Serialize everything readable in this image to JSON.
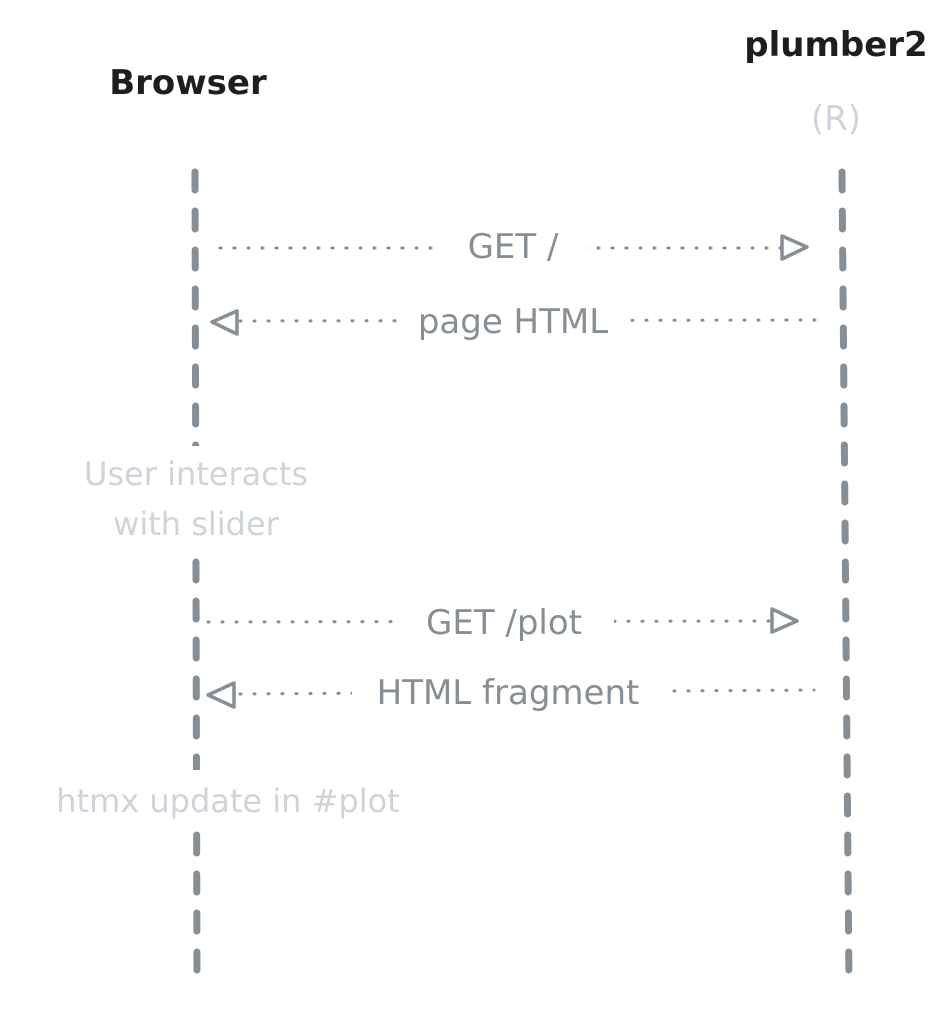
{
  "actors": [
    {
      "name": "Browser",
      "subtitle": ""
    },
    {
      "name": "plumber2",
      "subtitle": "(R)"
    }
  ],
  "messages": [
    {
      "label": "GET /",
      "from": "Browser",
      "to": "plumber2"
    },
    {
      "label": "page HTML",
      "from": "plumber2",
      "to": "Browser"
    },
    {
      "label": "GET /plot",
      "from": "Browser",
      "to": "plumber2"
    },
    {
      "label": "HTML fragment",
      "from": "plumber2",
      "to": "Browser"
    }
  ],
  "notes": [
    {
      "lines": [
        "User interacts",
        "with slider"
      ]
    },
    {
      "lines": [
        "htmx update in #plot"
      ]
    }
  ],
  "colors": {
    "actor": "#1e1e1e",
    "line": "#868e96",
    "note": "#ced4da"
  }
}
